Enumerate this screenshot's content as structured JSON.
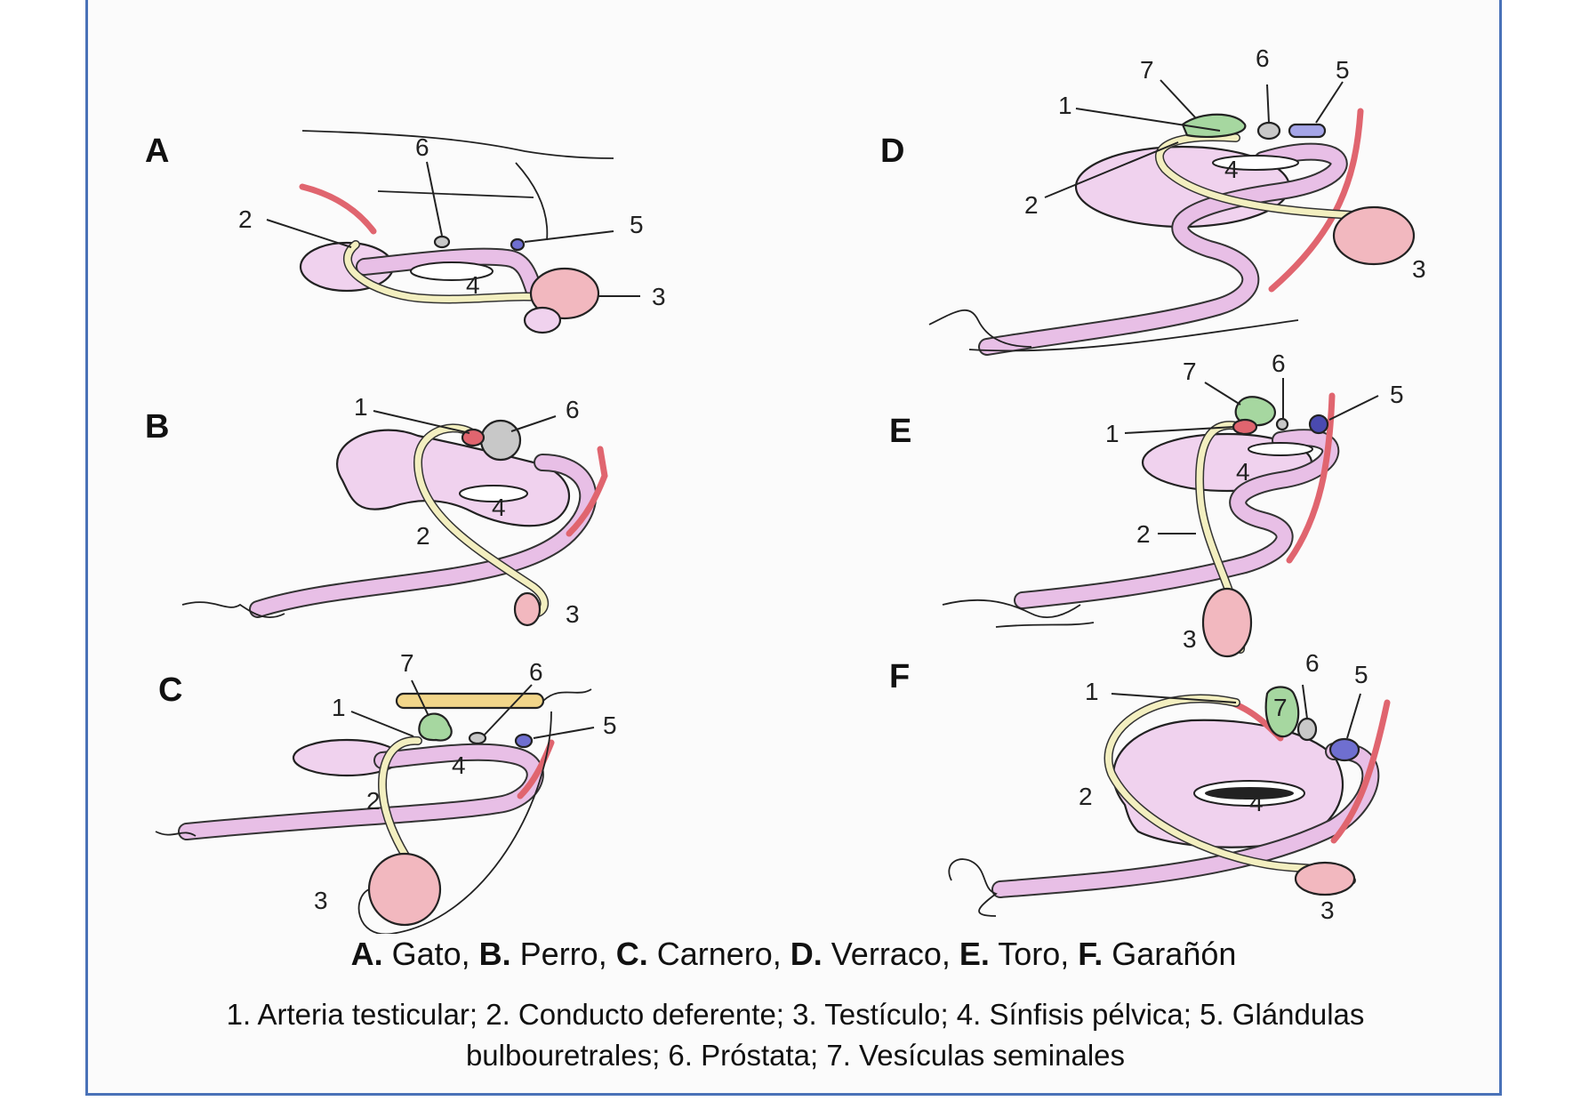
{
  "panels": [
    {
      "letter": "A",
      "labels": {
        "n2": "2",
        "n3": "3",
        "n4": "4",
        "n5": "5",
        "n6": "6"
      }
    },
    {
      "letter": "B",
      "labels": {
        "n1": "1",
        "n2": "2",
        "n3": "3",
        "n4": "4",
        "n6": "6"
      }
    },
    {
      "letter": "C",
      "labels": {
        "n1": "1",
        "n2": "2",
        "n3": "3",
        "n4": "4",
        "n5": "5",
        "n6": "6",
        "n7": "7"
      }
    },
    {
      "letter": "D",
      "labels": {
        "n1": "1",
        "n2": "2",
        "n3": "3",
        "n4": "4",
        "n5": "5",
        "n6": "6",
        "n7": "7"
      }
    },
    {
      "letter": "E",
      "labels": {
        "n1": "1",
        "n2": "2",
        "n3": "3",
        "n4": "4",
        "n5": "5",
        "n6": "6",
        "n7": "7"
      }
    },
    {
      "letter": "F",
      "labels": {
        "n1": "1",
        "n2": "2",
        "n3": "3",
        "n4": "4",
        "n5": "5",
        "n6": "6",
        "n7": "7"
      }
    }
  ],
  "species_caption": [
    {
      "key": "A.",
      "name": " Gato, "
    },
    {
      "key": "B.",
      "name": " Perro, "
    },
    {
      "key": "C.",
      "name": " Carnero, "
    },
    {
      "key": "D.",
      "name": " Verraco, "
    },
    {
      "key": "E.",
      "name": " Toro, "
    },
    {
      "key": "F.",
      "name": " Garañón"
    }
  ],
  "legend_caption": {
    "line1": "1. Arteria testicular; 2. Conducto deferente; 3. Testículo; 4. Sínfisis pélvica; 5. Glándulas",
    "line2": "bulbouretrales; 6. Próstata; 7. Vesículas seminales"
  },
  "colors": {
    "frame_border": "#4a72b8",
    "organ_pink": "#f0d2ee",
    "urethra_pink": "#e8bfe6",
    "testis": "#f2b8bf",
    "deferent_duct": "#f3efc0",
    "artery": "#e0656f",
    "prostate": "#c8c8c8",
    "bulbourethral": "#6f6fd0",
    "seminal_vesicle": "#a6d7a0",
    "outline": "#222222"
  }
}
